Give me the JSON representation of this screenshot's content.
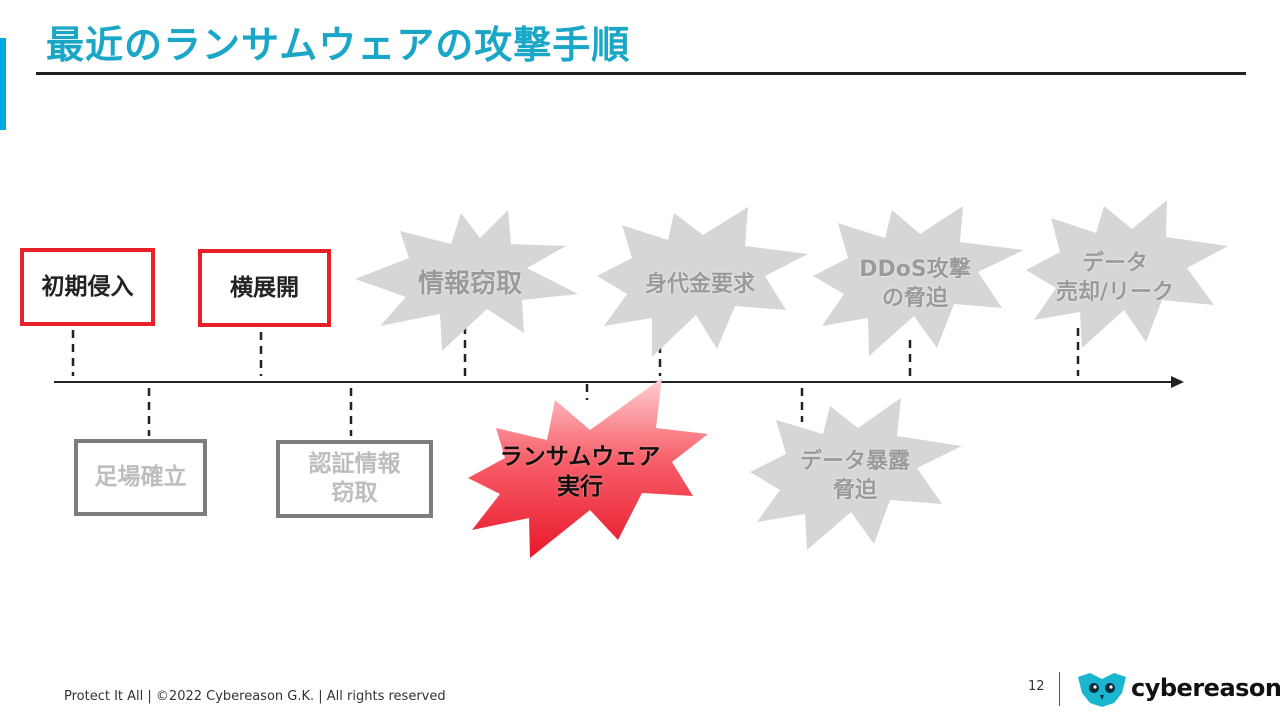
{
  "slide": {
    "title": "最近のランサムウェアの攻撃手順",
    "page_number": "12",
    "footer": "Protect It All | ©2022 Cybereason G.K. | All rights reserved",
    "brand": "cybereason",
    "colors": {
      "title": "#1aa6c6",
      "accent": "#00a8e1",
      "active_border": "#e8202a",
      "inactive_border": "#7d7d7d",
      "burst_gray": "#d6d6d6",
      "burst_red": "#ee2333",
      "logo": "#1ab6d0"
    }
  },
  "timeline": {
    "above": [
      {
        "id": "initial-access",
        "shape": "box",
        "state": "active",
        "lines": [
          "初期侵入"
        ]
      },
      {
        "id": "lateral-movement",
        "shape": "box",
        "state": "active",
        "lines": [
          "横展開"
        ]
      },
      {
        "id": "info-theft",
        "shape": "burst",
        "state": "inactive",
        "lines": [
          "情報窃取"
        ]
      },
      {
        "id": "ransom-demand",
        "shape": "burst",
        "state": "inactive",
        "lines": [
          "身代金要求"
        ]
      },
      {
        "id": "ddos-threat",
        "shape": "burst",
        "state": "inactive",
        "lines": [
          "DDoS攻撃",
          "の脅迫"
        ]
      },
      {
        "id": "data-sale-leak",
        "shape": "burst",
        "state": "inactive",
        "lines": [
          "データ",
          "売却/リーク"
        ]
      }
    ],
    "below": [
      {
        "id": "foothold",
        "shape": "box",
        "state": "inactive",
        "lines": [
          "足場確立"
        ]
      },
      {
        "id": "credential-theft",
        "shape": "box",
        "state": "inactive",
        "lines": [
          "認証情報",
          "窃取"
        ]
      },
      {
        "id": "ransomware-exec",
        "shape": "burst",
        "state": "highlight",
        "lines": [
          "ランサムウェア",
          "実行"
        ]
      },
      {
        "id": "data-exposure-threat",
        "shape": "burst",
        "state": "inactive",
        "lines": [
          "データ暴露",
          "脅迫"
        ]
      }
    ]
  }
}
